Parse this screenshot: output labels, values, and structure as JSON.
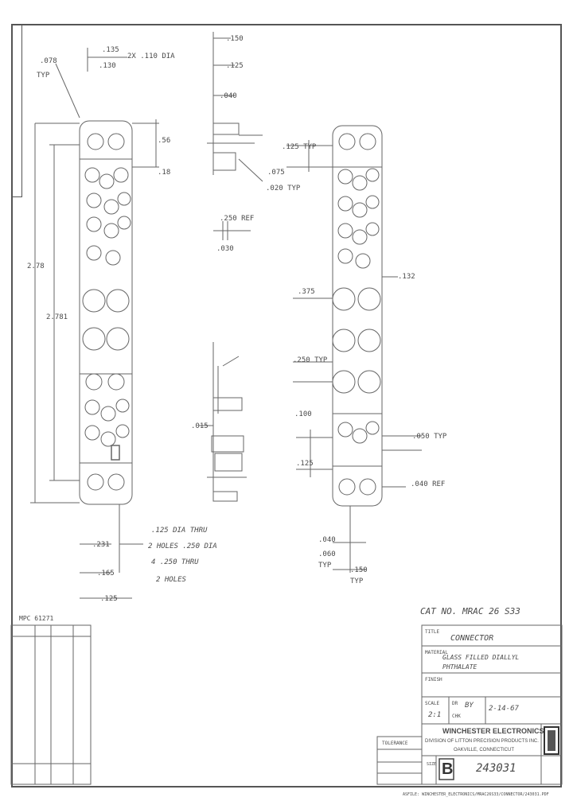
{
  "side_strip": {
    "label": "MPC 61271"
  },
  "left_view": {
    "dims": {
      "top_hole": ".135",
      "top_tol": ".130",
      "top_ref": "2X .110 DIA",
      "corner_a": ".078",
      "corner_b": "TYP",
      "side_a": ".56",
      "side_b": ".18",
      "length_a": "2.78",
      "length_b": "2.781",
      "bottom_a": ".231",
      "bottom_b": ".165",
      "bottom_c": ".125",
      "note_1": ".125 DIA THRU",
      "note_2": "2 HOLES .250 DIA",
      "note_3": "4 .250 THRU",
      "note_4": "2 HOLES"
    }
  },
  "middle_view": {
    "dims": {
      "d1": ".150",
      "d2": ".125",
      "d3": ".040",
      "d4": ".075",
      "d5": ".020 TYP",
      "d6": ".250 REF",
      "d7": ".030",
      "d8": ".015"
    }
  },
  "right_view": {
    "dims": {
      "r1": ".125 TYP",
      "r2": ".132",
      "r3": ".375",
      "r4": ".250 TYP",
      "r5": ".100",
      "r6": ".125",
      "r7": ".050 TYP",
      "r8": ".040 REF",
      "r9": ".040",
      "r10": ".060",
      "r11": "TYP",
      "r12": ".150",
      "r13": "TYP"
    }
  },
  "title_block": {
    "cat_no": "CAT NO. MRAC 26 S33",
    "title_label": "TITLE",
    "title_value": "CONNECTOR",
    "material_label": "MATERIAL",
    "material_value_1": "GLASS FILLED DIALLYL",
    "material_value_2": "PHTHALATE",
    "finish_label": "FINISH",
    "scale_label": "SCALE",
    "scale_value": "2:1",
    "drawn_label": "DR",
    "drawn_value": "BY",
    "date_value": "2-14-67",
    "chk_label": "CHK",
    "company_1": "WINCHESTER ELECTRONICS",
    "company_2": "DIVISION OF LITTON PRECISION PRODUCTS INC.",
    "company_3": "OAKVILLE, CONNECTICUT",
    "size_label": "SIZE",
    "size_value": "B",
    "dwg_no": "243031",
    "tolerance_label": "TOLERANCE",
    "footer": "ASFILE: WINCHESTER_ELECTRONICS/MRAC26S33/CONNECTOR/243031.PDF"
  }
}
